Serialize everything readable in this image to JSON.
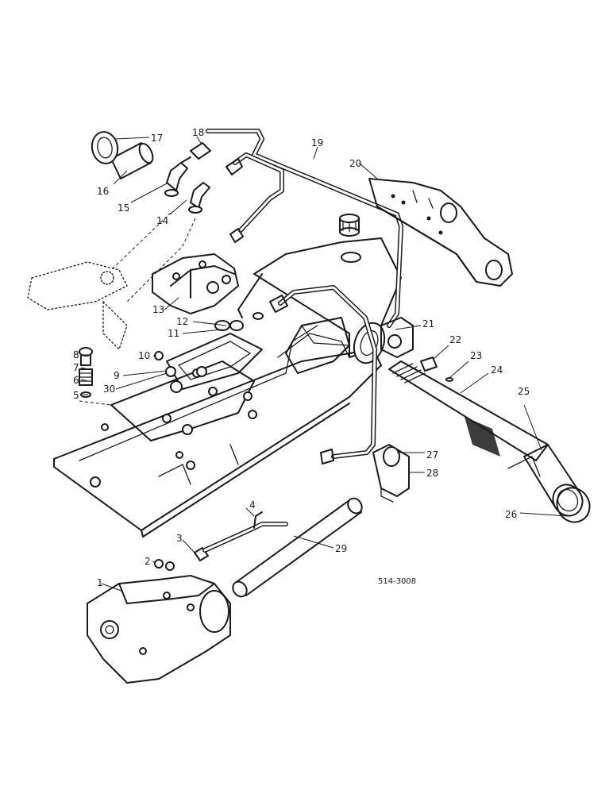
{
  "diagram": {
    "drawing_code": "514-3008",
    "callouts": {
      "c1": "1",
      "c2": "2",
      "c3": "3",
      "c4": "4",
      "c5": "5",
      "c6": "6",
      "c7": "7",
      "c8": "8",
      "c9": "9",
      "c10": "10",
      "c11": "11",
      "c12": "12",
      "c13": "13",
      "c14": "14",
      "c15": "15",
      "c16": "16",
      "c17": "17",
      "c18": "18",
      "c19": "19",
      "c20": "20",
      "c21": "21",
      "c22": "22",
      "c23": "23",
      "c24": "24",
      "c25": "25",
      "c26": "26",
      "c27": "27",
      "c28": "28",
      "c29": "29",
      "c30": "30"
    }
  }
}
